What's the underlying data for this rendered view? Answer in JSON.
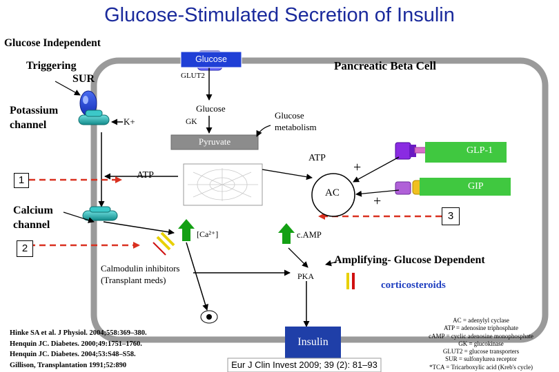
{
  "title": "Glucose-Stimulated Secretion of Insulin",
  "labels": {
    "glucose_independent": "Glucose Independent",
    "triggering": "Triggering",
    "sur": "SUR",
    "potassium_channel": [
      "Potassium",
      "channel"
    ],
    "k_plus": "K+",
    "glucose_top": "Glucose",
    "glut2": "GLUT2",
    "pancreatic_beta_cell": "Pancreatic Beta Cell",
    "glucose_inner": "Glucose",
    "gk": "GK",
    "glucose_metabolism": [
      "Glucose",
      "metabolism"
    ],
    "pyruvate": "Pyruvate",
    "atp_right": "ATP",
    "glp1": "GLP-1",
    "plus_top": "+",
    "atp_left": "ATP",
    "ac": "AC",
    "gip": "GIP",
    "plus_bottom": "+",
    "calcium_channel": [
      "Calcium",
      "channel"
    ],
    "ca2": "[Ca²⁺]",
    "camp": "c.AMP",
    "amplifying": "Amplifying-  Glucose Dependent",
    "calmodulin_inhibitors": [
      "Calmodulin inhibitors",
      "(Transplant meds)"
    ],
    "pka": "PKA",
    "corticosteroids": "corticosteroids",
    "insulin": "Insulin",
    "num1": "1",
    "num2": "2",
    "num3": "3"
  },
  "references": [
    "Hinke SA et al. J Physiol. 2004;558:369–380.",
    "Henquin JC. Diabetes. 2000;49:1751–1760.",
    "Henquin JC. Diabetes. 2004;53:S48–S58.",
    "Gillison, Transplantation 1991;52:890"
  ],
  "journal_citation": "Eur J Clin Invest 2009; 39 (2): 81–93",
  "abbreviations": [
    "AC = adenylyl cyclase",
    "ATP = adenosine triphosphate",
    "cAMP = cyclic adenosine monophosphate",
    "GK = glucokinase",
    "GLUT2 = glucose transporters",
    "SUR = sulfonylurea receptor",
    "*TCA = Tricarboxylic acid (Kreb's cycle)"
  ],
  "colors": {
    "title": "#1a2a9c",
    "cell_membrane": "#9a9a9a",
    "channel_teal": "#20b2b2",
    "glucose_box": "#1f3fd6",
    "receptor_violet": "#8a2be2",
    "receptor_pink": "#d870c8",
    "gip_yellow": "#f0c020",
    "hormone_green": "#40c840",
    "dashed_red": "#d9301f",
    "insulin_box": "#1f3fa8",
    "block_yellow": "#e8d000",
    "block_red": "#d01010",
    "up_arrow": "#14a014"
  }
}
